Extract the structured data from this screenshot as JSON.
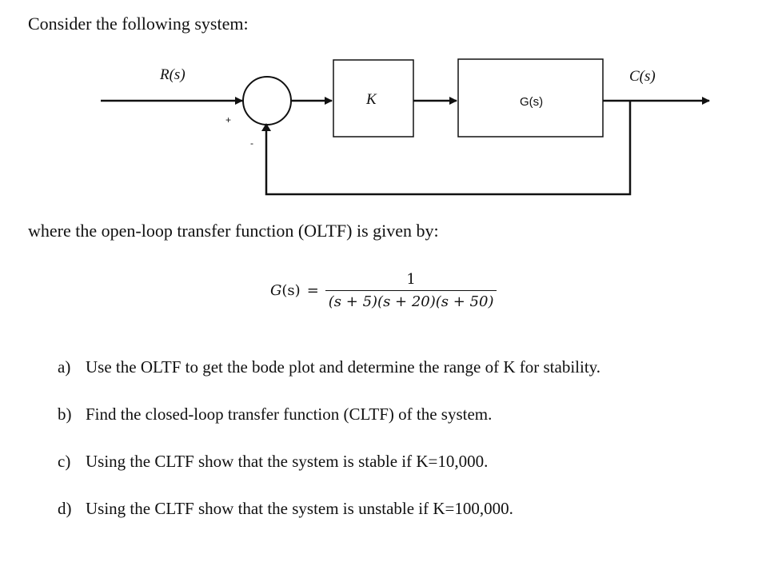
{
  "intro": "Consider the following system:",
  "diagram": {
    "input_label": "R(s)",
    "output_label": "C(s)",
    "gain_label": "K",
    "plant_label": "G(s)",
    "plus_sign": "+",
    "minus_sign": "-"
  },
  "where": "where the open-loop transfer function (OLTF) is given by:",
  "equation": {
    "lhs_var": "G",
    "lhs_arg": "(s)",
    "equals": "=",
    "numerator": "1",
    "denominator": "(s + 5)(s + 20)(s + 50)"
  },
  "questions": [
    {
      "letter": "a)",
      "text": "Use the OLTF to get the bode plot and determine the range of K for stability."
    },
    {
      "letter": "b)",
      "text": "Find the closed-loop transfer function (CLTF) of the system."
    },
    {
      "letter": "c)",
      "text": "Using the CLTF show that the system is stable if K=10,000."
    },
    {
      "letter": "d)",
      "text": "Using the CLTF show that the system is unstable if K=100,000."
    }
  ]
}
